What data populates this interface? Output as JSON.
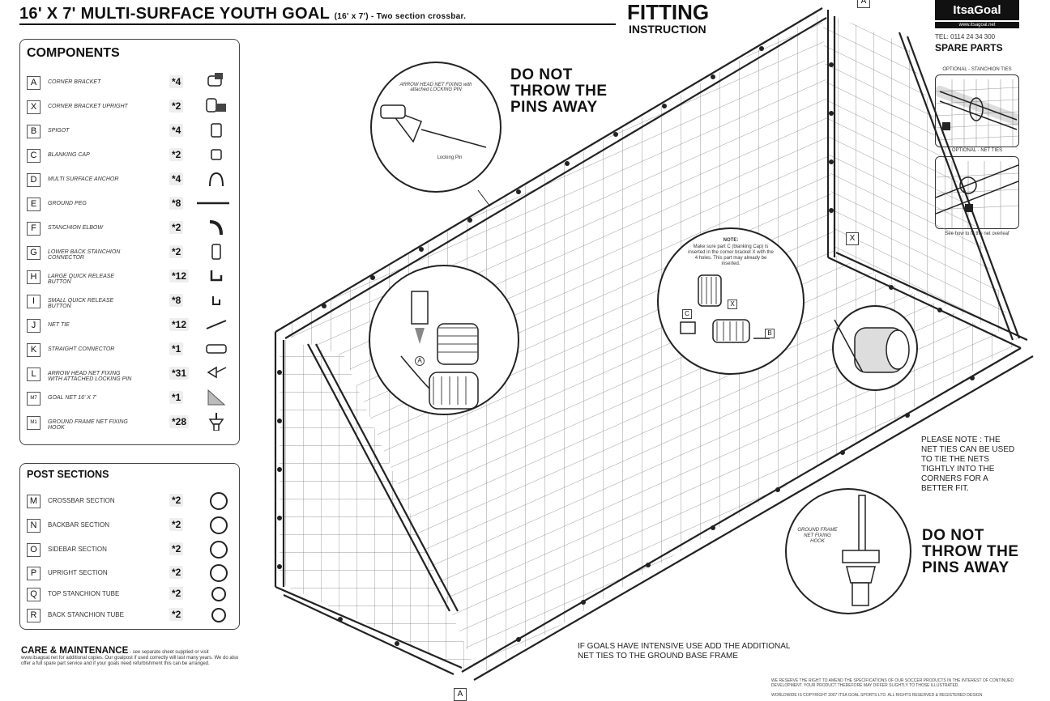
{
  "header": {
    "title": "16' X 7' MULTI-SURFACE YOUTH GOAL",
    "title_sub": "(16' x 7') - Two section crossbar.",
    "fitting": "FITTING",
    "instruction": "INSTRUCTION"
  },
  "brand": {
    "logo": "ItsaGoal",
    "url": "www.itsagoal.net",
    "tel": "TEL: 0114 24 34 300",
    "spare_parts": "SPARE PARTS",
    "inset1_label": "OPTIONAL - STANCHION TIES",
    "inset2_label": "OPTIONAL - NET TIES",
    "inset_caption": "See how to fit the net overleaf"
  },
  "components": {
    "title": "COMPONENTS",
    "items": [
      {
        "letter": "A",
        "name": "CORNER BRACKET",
        "qty": "*4"
      },
      {
        "letter": "X",
        "name": "CORNER BRACKET UPRIGHT",
        "qty": "*2"
      },
      {
        "letter": "B",
        "name": "SPIGOT",
        "qty": "*4"
      },
      {
        "letter": "C",
        "name": "BLANKING CAP",
        "qty": "*2"
      },
      {
        "letter": "D",
        "name": "MULTI SURFACE ANCHOR",
        "qty": "*4"
      },
      {
        "letter": "E",
        "name": "GROUND PEG",
        "qty": "*8"
      },
      {
        "letter": "F",
        "name": "STANCHION ELBOW",
        "qty": "*2"
      },
      {
        "letter": "G",
        "name": "LOWER BACK STANCHION CONNECTOR",
        "qty": "*2"
      },
      {
        "letter": "H",
        "name": "LARGE QUICK RELEASE BUTTON",
        "qty": "*12"
      },
      {
        "letter": "I",
        "name": "SMALL QUICK RELEASE BUTTON",
        "qty": "*8"
      },
      {
        "letter": "J",
        "name": "NET TIE",
        "qty": "*12"
      },
      {
        "letter": "K",
        "name": "STRAIGHT CONNECTOR",
        "qty": "*1"
      },
      {
        "letter": "L",
        "name": "ARROW HEAD NET FIXING with attached LOCKING PIN",
        "qty": "*31"
      },
      {
        "letter": "M7",
        "name": "GOAL NET 16' x 7'",
        "qty": "*1"
      },
      {
        "letter": "M1",
        "name": "GROUND FRAME NET FIXING HOOK",
        "qty": "*28"
      }
    ]
  },
  "post_sections": {
    "title": "POST SECTIONS",
    "items": [
      {
        "letter": "M",
        "name": "CROSSBAR SECTION",
        "qty": "*2"
      },
      {
        "letter": "N",
        "name": "BACKBAR SECTION",
        "qty": "*2"
      },
      {
        "letter": "O",
        "name": "SIDEBAR SECTION",
        "qty": "*2"
      },
      {
        "letter": "P",
        "name": "UPRIGHT SECTION",
        "qty": "*2"
      },
      {
        "letter": "Q",
        "name": "TOP STANCHION TUBE",
        "qty": "*2"
      },
      {
        "letter": "R",
        "name": "BACK STANCHION TUBE",
        "qty": "*2"
      }
    ]
  },
  "care": {
    "title": "CARE & MAINTENANCE",
    "text": "- see separate sheet supplied or visit www.itsagoal.net for additional copies. Our goalpost if used correctly will last many years. We do also offer a full spare part service and if your goals need refurbishment this can be arranged."
  },
  "callouts": {
    "arrow_head_label": "ARROW HEAD NET FIXING with attached LOCKING PIN",
    "locking_pin": "Locking Pin",
    "note_title": "NOTE:",
    "note_text": "Make sure part C (blanking Cap) is inserted in the corner bracket X with the 4 holes. This part may already be inserted.",
    "ground_hook_label": "GROUND FRAME NET FIXING HOOK",
    "warning_top": "DO NOT THROW THE PINS AWAY",
    "warning_bottom": "DO NOT THROW THE PINS AWAY",
    "please_note": "PLEASE NOTE : THE NET TIES CAN BE USED TO TIE THE NETS TIGHTLY INTO THE CORNERS FOR A BETTER FIT.",
    "intensive_use": "IF GOALS HAVE INTENSIVE USE ADD THE ADDITIONAL NET TIES TO THE GROUND BASE FRAME"
  },
  "labels": {
    "a_top": "A",
    "a_bottom": "A",
    "x_right": "X",
    "a_left": "A",
    "c_lbl": "C",
    "x_lbl": "X",
    "b_lbl": "B"
  },
  "footer": {
    "line1": "WE RESERVE THE RIGHT TO AMEND THE SPECIFICATIONS OF OUR SOCCER PRODUCTS IN THE INTEREST OF CONTINUED DEVELOPMENT. YOUR PRODUCT THEREFORE MAY DIFFER SLIGHTLY TO THOSE ILLUSTRATED.",
    "line2": "WORLDWIDE IS COPYRIGHT 2007 ITSA GOAL SPORTS LTD. ALL RIGHTS RESERVED & REGISTERED DESIGN"
  }
}
